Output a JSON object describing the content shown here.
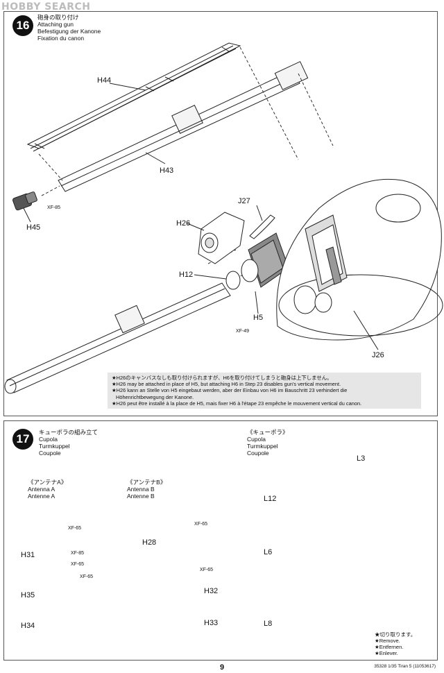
{
  "watermark": "HOBBY SEARCH",
  "step16": {
    "number": "16",
    "title_jp": "砲身の取り付け",
    "title_en": "Attaching gun",
    "title_de": "Befestigung der Kanone",
    "title_fr": "Fixation du canon",
    "labels": [
      "H44",
      "H43",
      "H45",
      "J27",
      "H26",
      "H12",
      "H5",
      "J26"
    ],
    "paints": [
      "XF-85",
      "XF-49"
    ],
    "notes": [
      "★H26のキャンバスなしも取り付けられますが、H6を取り付けてしまうと砲身は上下しません。",
      "★H26 may be attached in place of H5, but attaching H6 in Step 23 disables gun's vertical movement.",
      "★H26 kann an Stelle von H5 eingebaut werden, aber der Einbau von H6 im Bauschritt 23 verhindert die",
      "Höhenrichtbewegung der Kanone.",
      "★H26 peut être installé à la place de H5, mais fixer H6 à l'étape 23 empêche le mouvement vertical du canon."
    ]
  },
  "step17": {
    "number": "17",
    "title_jp": "キューポラの組み立て",
    "title_en": "Cupola",
    "title_de": "Turmkuppel",
    "title_fr": "Coupole",
    "antenna_a": {
      "jp": "《アンテナA》",
      "en": "Antenna A",
      "de": "Antenne A",
      "labels": [
        "H31",
        "H35",
        "H34"
      ],
      "paints": [
        "XF-65",
        "XF-85",
        "XF-65",
        "XF-65"
      ]
    },
    "antenna_b": {
      "jp": "《アンテナB》",
      "en": "Antenna B",
      "de": "Antenne B",
      "labels": [
        "H28",
        "H32",
        "H33"
      ],
      "paints": [
        "XF-65",
        "XF-65"
      ]
    },
    "cupola": {
      "jp": "《キューポラ》",
      "en": "Cupola",
      "de": "Turmkuppel",
      "fr": "Coupole",
      "labels": [
        "L3",
        "L12",
        "L6",
        "L8"
      ]
    },
    "remove_note": [
      "★切り取ります。",
      "★Remove.",
      "★Entfernen.",
      "★Enlever."
    ]
  },
  "page_number": "9",
  "footer": "35328  1/35 Tiran 5 (11053617)"
}
